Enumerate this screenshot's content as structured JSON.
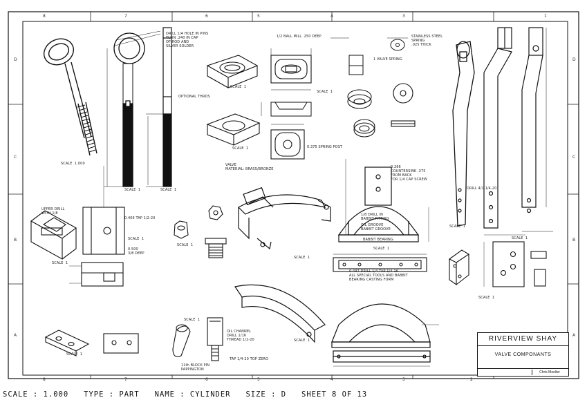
{
  "title_block": {
    "title": "RIVERVIEW SHAY",
    "subtitle": "VALVE COMPONANTS",
    "author": "Chris Moelter"
  },
  "status_bar": {
    "scale": "SCALE : 1.000",
    "type": "TYPE : PART",
    "name": "NAME : CYLINDER",
    "size": "SIZE : D",
    "sheet": "SHEET 8 OF 13"
  },
  "zones": {
    "columns": [
      "8",
      "7",
      "6",
      "5",
      "4",
      "3",
      "2",
      "1"
    ],
    "rows": [
      "D",
      "C",
      "B",
      "A"
    ]
  },
  "notes": {
    "rod_drill": "DRILL 1/4 HOLE IN PINS\nTURN .240 IN CAP\nOF ROD AND\nSILVER SOLDER",
    "optional_threads": "OPTIONAL THRDS",
    "rod_scale": "SCALE  1.000",
    "ball_mill": "1/2 BALL MILL .250 DEEP",
    "stainless": "STAINLESS STEEL\nSPRING\n.025 THICK",
    "valve_spring": "1 VALVE SPRING",
    "valve_material": "VALVE\nMATERIAL: BRASS/BRONZE",
    "spring_post": "0.375 SPRING POST",
    "counterbore": "0.266\nCOUNTERSINK .375\nFROM BACK\nFOR 1/4 CAP SCREW",
    "babbit": "1/8 DRILL IN\nBABBIT FITTING",
    "babbit_groove": "OIL GROOVE\nBABBIT GROOVE",
    "babbit_bearing": "BABBIT BEARING",
    "tap_note": "0.437 DRILL 1/4 TAP 1/4-16\nALL SPECIAL TOOLS AND BABBIT\nBEARING CASTING FORM",
    "drill_tap": "DRILL 4/1 1/4-20",
    "upper_drill": "UPPER DRILL\nWITH 1/8",
    "tap_hole": "0.406 TAP 1/2-20",
    "tap_hole2": "0.500\n3/8 DEEP",
    "block_pin": "11th BLOCK PIN\nPAPPINGTON",
    "oil_channel": "OIL CHANNEL\nDRILL 1/16\nTHREAD 1/2-20",
    "tap_top": "TAP 1/4-20 TOP ZERO",
    "scale1": "SCALE  1"
  }
}
